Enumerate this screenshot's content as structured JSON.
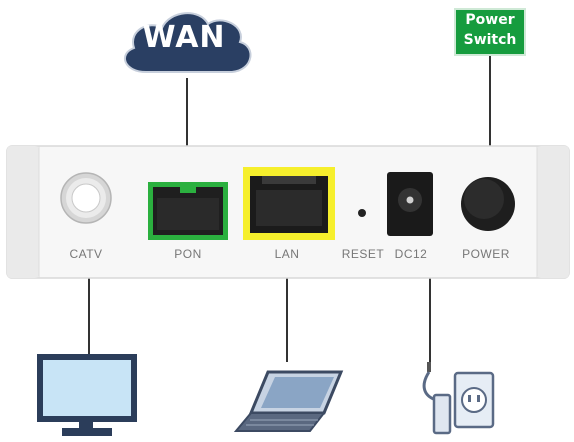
{
  "network": {
    "label": "WAN"
  },
  "power_switch": {
    "line1": "Power",
    "line2": "Switch"
  },
  "ports": [
    {
      "label": "CATV"
    },
    {
      "label": "PON"
    },
    {
      "label": "LAN"
    },
    {
      "label": "RESET"
    },
    {
      "label": "DC12"
    },
    {
      "label": "POWER"
    }
  ],
  "devices": [
    "monitor-icon",
    "laptop-icon",
    "power-adapter-icon",
    "wall-socket-icon"
  ],
  "colors": {
    "cloud": "#2a3f63",
    "pon_port": "#2bb03f",
    "lan_port": "#f6ef2c",
    "switch_label": "#169c3e"
  }
}
